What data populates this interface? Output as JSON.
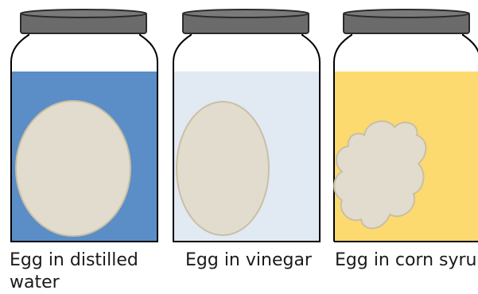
{
  "jars": [
    {
      "label": "Egg in distilled water",
      "liquid_color": "#5b8ec7",
      "egg_state": "swollen"
    },
    {
      "label": "Egg in vinegar",
      "liquid_color": "#e1e9f3",
      "egg_state": "normal"
    },
    {
      "label": "Egg in corn syrup",
      "liquid_color": "#fdda6f",
      "egg_state": "shriveled"
    }
  ],
  "colors": {
    "lid": "#6b6b6b",
    "lid_outline": "#2b2b2b",
    "egg_fill": "#e2dccf",
    "egg_outline": "#c9bfa4",
    "jar_outline": "#000000"
  }
}
